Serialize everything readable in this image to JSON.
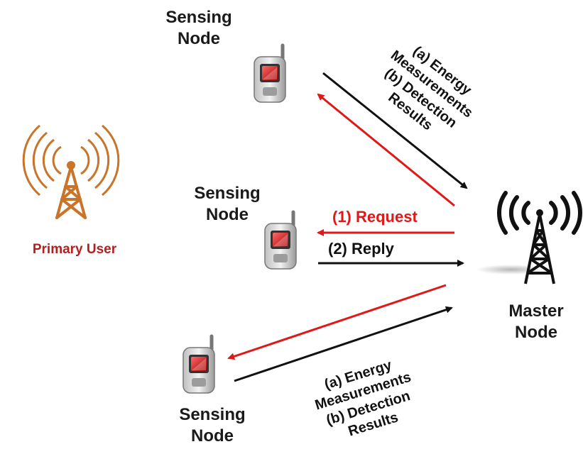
{
  "nodes": {
    "top": {
      "line1": "Sensing",
      "line2": "Node"
    },
    "middle": {
      "line1": "Sensing",
      "line2": "Node"
    },
    "bottom": {
      "line1": "Sensing",
      "line2": "Node"
    },
    "master": {
      "line1": "Master",
      "line2": "Node"
    }
  },
  "primary_user": {
    "label": "Primary User"
  },
  "arrows": {
    "request_label": "(1) Request",
    "reply_label": "(2) Reply"
  },
  "annotations": {
    "top": {
      "line1": "(a) Energy",
      "line2": "Measurements",
      "line3": "(b) Detection",
      "line4": "Results"
    },
    "bottom": {
      "line1": "(a) Energy",
      "line2": "Measurements",
      "line3": "(b) Detection",
      "line4": "Results"
    }
  },
  "colors": {
    "request": "#e01818",
    "reply": "#111111",
    "tower_orange": "#c8742b",
    "primary_user_text": "#b41e1e"
  },
  "icons": {
    "primary_user": "radio-tower-icon",
    "master": "antenna-tower-icon",
    "sensing_node": "mobile-phone-icon"
  }
}
